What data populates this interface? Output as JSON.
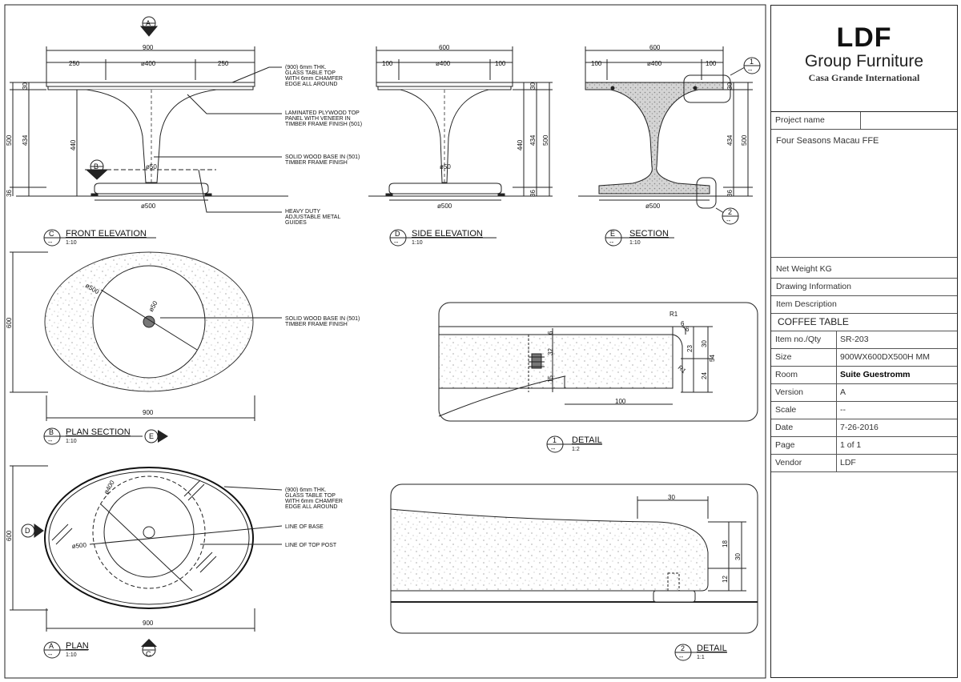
{
  "views": {
    "front": {
      "letter": "C",
      "sheet": "--",
      "name": "FRONT ELEVATION",
      "scale": "1:10"
    },
    "side": {
      "letter": "D",
      "sheet": "--",
      "name": "SIDE ELEVATION",
      "scale": "1:10"
    },
    "section": {
      "letter": "E",
      "sheet": "--",
      "name": "SECTION",
      "scale": "1:10"
    },
    "plan_section": {
      "letter": "B",
      "sheet": "--",
      "name": "PLAN SECTION",
      "scale": "1:10"
    },
    "plan": {
      "letter": "A",
      "sheet": "--",
      "name": "PLAN",
      "scale": "1:10"
    },
    "detail1": {
      "letter": "1",
      "sheet": "--",
      "name": "DETAIL",
      "scale": "1:2"
    },
    "detail2": {
      "letter": "2",
      "sheet": "--",
      "name": "DETAIL",
      "scale": "1:1"
    }
  },
  "markers": {
    "a": "A",
    "b": "B",
    "c": "C",
    "d": "D",
    "e": "E",
    "one": "1",
    "two": "2",
    "dash": "--"
  },
  "dims": {
    "front": {
      "total": "900",
      "left": "250",
      "mid": "ø400",
      "right": "250",
      "h500": "500",
      "h434": "434",
      "h440": "440",
      "h30": "30",
      "h36": "36",
      "base": "ø500",
      "post": "ø50"
    },
    "side": {
      "total": "600",
      "left": "100",
      "mid": "ø400",
      "right": "100",
      "h440": "440",
      "h434": "434",
      "h500": "500",
      "h30": "30",
      "h36": "36",
      "base": "ø500",
      "post": "ø50"
    },
    "section": {
      "total": "600",
      "left": "100",
      "mid": "ø400",
      "right": "100",
      "h434": "434",
      "h500": "500",
      "h30": "30",
      "h36": "36",
      "base": "ø500"
    },
    "plan_section": {
      "depth": "600",
      "width": "900",
      "base": "ø500",
      "post": "ø50"
    },
    "plan": {
      "depth": "600",
      "width": "900",
      "top": "ø400",
      "base": "ø500"
    },
    "detail1": {
      "r1": "R1",
      "r6": "6",
      "a": "6",
      "b": "32",
      "c": "15",
      "d": "23",
      "e": "30",
      "f": "54",
      "g": "24",
      "h": "100",
      "i": "R1",
      "j": "6"
    },
    "detail2": {
      "w": "30",
      "h18": "18",
      "h30": "30",
      "h12": "12"
    }
  },
  "notes": {
    "front": {
      "glass": [
        "(900) 6mm THK.",
        "GLASS TABLE TOP",
        "WITH 6mm CHAMFER",
        "EDGE ALL AROUND"
      ],
      "plywood": [
        "LAMINATED PLYWOOD TOP",
        "PANEL WITH VENEER IN",
        "TIMBER FRAME FINISH (501)"
      ],
      "base": [
        "SOLID WOOD BASE IN (501)",
        "TIMBER FRAME FINISH"
      ],
      "glides": [
        "HEAVY DUTY",
        "ADJUSTABLE METAL",
        "GUIDES"
      ]
    },
    "plan_section": {
      "base": [
        "SOLID WOOD BASE IN (501)",
        "TIMBER FRAME FINISH"
      ]
    },
    "plan": {
      "glass": [
        "(900) 6mm THK.",
        "GLASS TABLE TOP",
        "WITH 6mm CHAMFER",
        "EDGE ALL AROUND"
      ],
      "base_line": "LINE OF BASE",
      "post_line": "LINE OF TOP POST"
    }
  },
  "title_block": {
    "logo": "LDF",
    "logo_sub": "Group Furniture",
    "logo_sub2": "Casa Grande International",
    "project_label": "Project name",
    "project_value": "Four Seasons Macau FFE",
    "net_weight": "Net Weight   KG",
    "drawing_info": "Drawing Information",
    "item_desc": "Item Description",
    "item_name": "COFFEE TABLE",
    "fields": [
      {
        "label": "Item no./Qty",
        "value": "SR-203"
      },
      {
        "label": "Size",
        "value": "900WX600DX500H MM"
      },
      {
        "label": "Room",
        "value": "Suite Guestromm"
      },
      {
        "label": "Version",
        "value": "A"
      },
      {
        "label": "Scale",
        "value": "--"
      },
      {
        "label": "Date",
        "value": "7-26-2016"
      },
      {
        "label": "Page",
        "value": "1 of 1"
      },
      {
        "label": "Vendor",
        "value": "LDF"
      }
    ]
  }
}
